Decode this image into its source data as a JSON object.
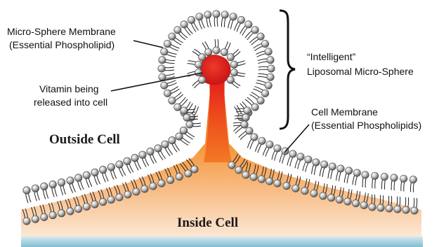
{
  "labels": {
    "microsphere_membrane_line1": "Micro-Sphere Membrane",
    "microsphere_membrane_line2": "(Essential Phospholipid)",
    "intelligent_line1": "“Intelligent”",
    "intelligent_line2": "Liposomal Micro-Sphere",
    "vitamin_line1": "Vitamin being",
    "vitamin_line2": "released into cell",
    "cell_membrane_line1": "Cell Membrane",
    "cell_membrane_line2": "(Essential Phospholipids)",
    "outside_cell": "Outside Cell",
    "inside_cell": "Inside Cell"
  },
  "colors": {
    "vitamin": "#e0201e",
    "cytoplasm_top": "#f07a20",
    "cytoplasm_bottom": "#fbe6d3",
    "base_water": "#8fc7d8",
    "head_light": "#f2f2f2",
    "head_dark": "#6e6e6e"
  }
}
